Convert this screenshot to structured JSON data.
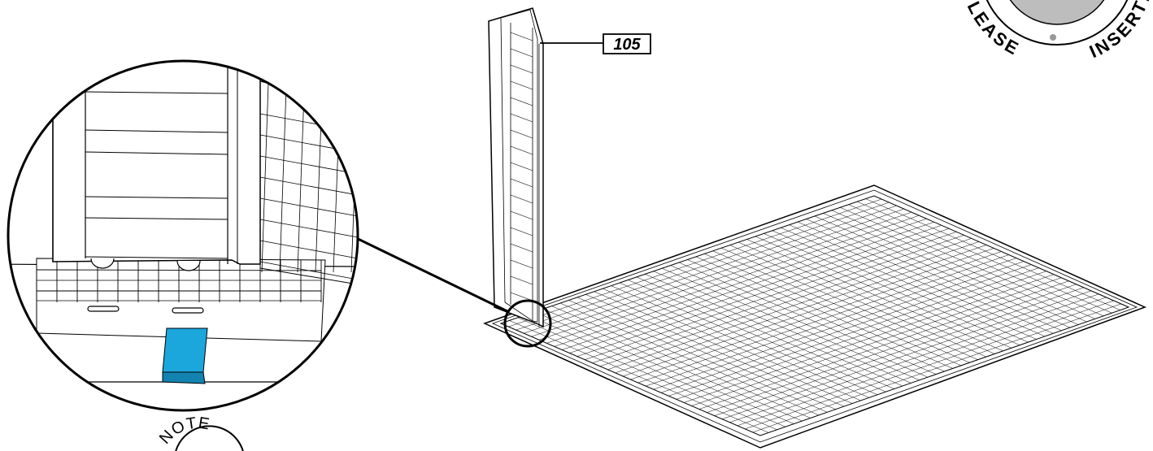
{
  "diagram": {
    "part_callout": "105",
    "stamp": {
      "left_text": "PLEASE",
      "right_text": "INSERT!"
    },
    "note_badge": "NOTE",
    "accent_color": "#1ba6dc"
  }
}
